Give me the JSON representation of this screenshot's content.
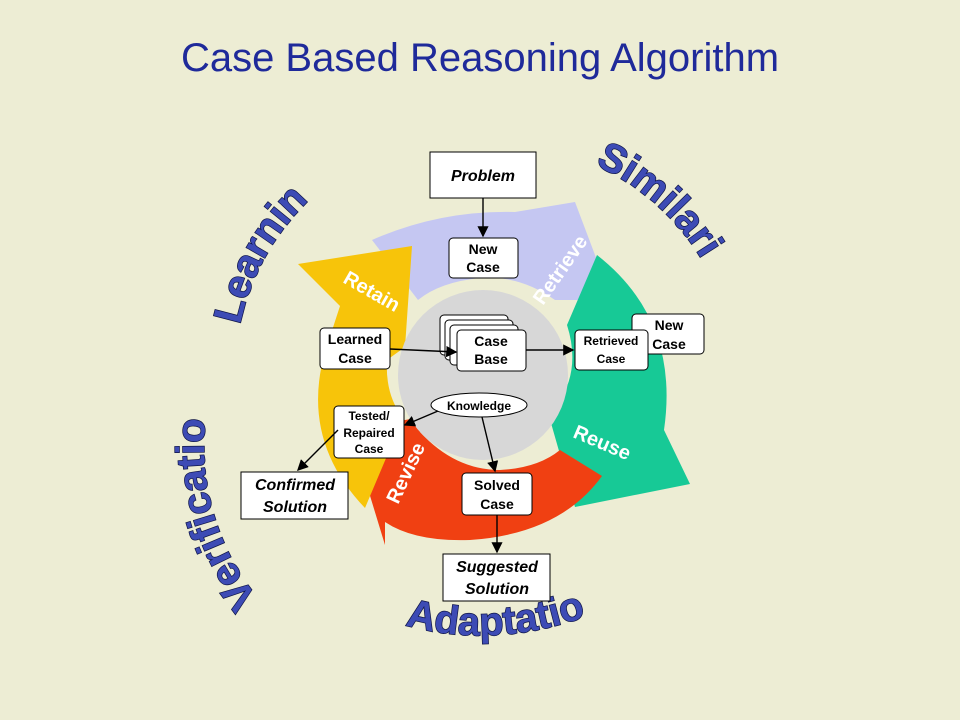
{
  "title": "Case Based Reasoning Algorithm",
  "colors": {
    "title": "#1F2A9A",
    "retrieve": "#C5C7F2",
    "reuse": "#17C996",
    "revise": "#F04012",
    "retain": "#F7C40A",
    "center": "#D7D7D7",
    "word": "#3D4BB5",
    "background": "#EDEDD4"
  },
  "phases": {
    "retrieve": "Retrieve",
    "reuse": "Reuse",
    "revise": "Revise",
    "retain": "Retain"
  },
  "outer_words": {
    "similarity": "Similarity",
    "learning": "Learning",
    "verification": "Verification",
    "adaptation": "Adaptation"
  },
  "boxes": {
    "problem": "Problem",
    "new_case_top": [
      "New",
      "Case"
    ],
    "new_case_right": [
      "New",
      "Case"
    ],
    "case_base": [
      "Case",
      "Base"
    ],
    "retrieved_case": [
      "Retrieved",
      "Case"
    ],
    "learned_case": [
      "Learned",
      "Case"
    ],
    "knowledge": "Knowledge",
    "tested_case": [
      "Tested/",
      "Repaired",
      "Case"
    ],
    "solved_case": [
      "Solved",
      "Case"
    ],
    "confirmed_solution": [
      "Confirmed",
      "Solution"
    ],
    "suggested_solution": [
      "Suggested",
      "Solution"
    ]
  }
}
